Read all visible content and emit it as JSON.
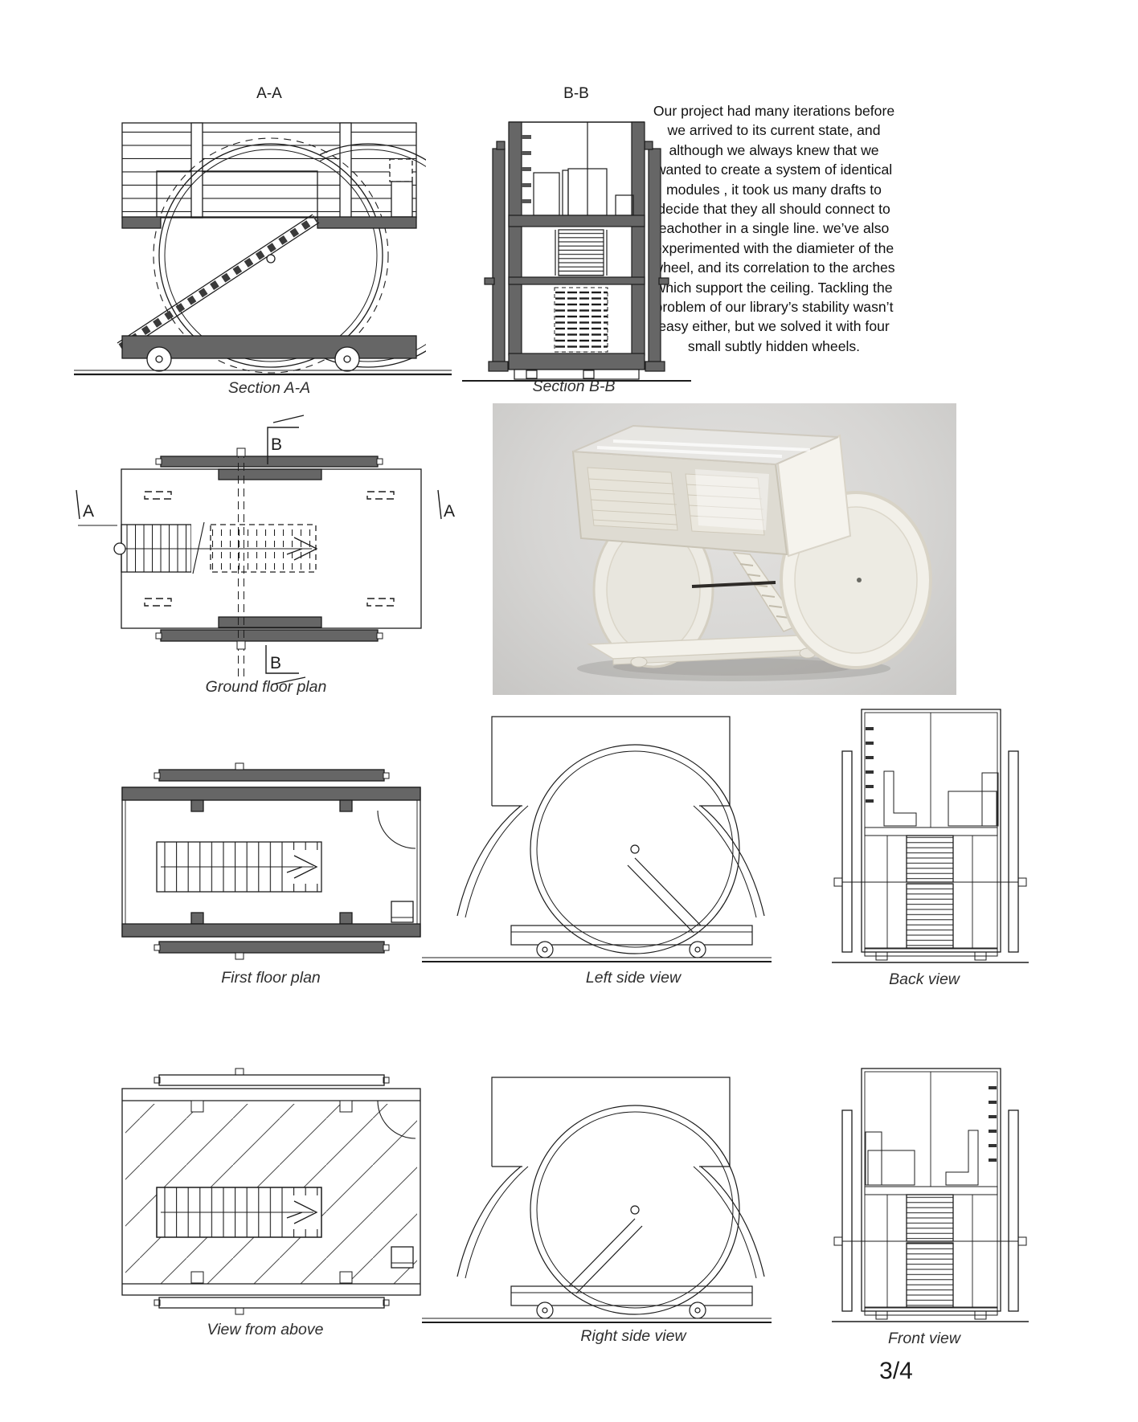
{
  "page": {
    "number": "3/4"
  },
  "paragraph": {
    "text": "Our project had many iterations before\nwe arrived to its current state, and\nalthough we always knew that we\nwanted to create a system of identical\nmodules , it took us many drafts to\ndecide that they all should connect to\neachother in a single line. we’ve also\nexperimented with the diamieter of the\nwheel, and its correlation to the arches\nwhich support the ceiling. Tackling the\nproblem of our library’s stability wasn’t\neasy either, but we solved it with four\nsmall subtly hidden wheels."
  },
  "figures": {
    "section_aa": {
      "label": "A-A",
      "caption": "Section A-A"
    },
    "section_bb": {
      "label": "B-B",
      "caption": "Section B-B"
    },
    "ground_floor_plan": {
      "caption": "Ground floor plan",
      "marker_a": "A",
      "marker_b": "B"
    },
    "first_floor_plan": {
      "caption": "First floor plan"
    },
    "left_side_view": {
      "caption": "Left side view"
    },
    "back_view": {
      "caption": "Back view"
    },
    "view_from_above": {
      "caption": "View from above"
    },
    "right_side_view": {
      "caption": "Right side view"
    },
    "front_view": {
      "caption": "Front view"
    }
  },
  "colors": {
    "ink": "#1c1c1c",
    "slab": "#666666",
    "paper": "#ffffff"
  }
}
